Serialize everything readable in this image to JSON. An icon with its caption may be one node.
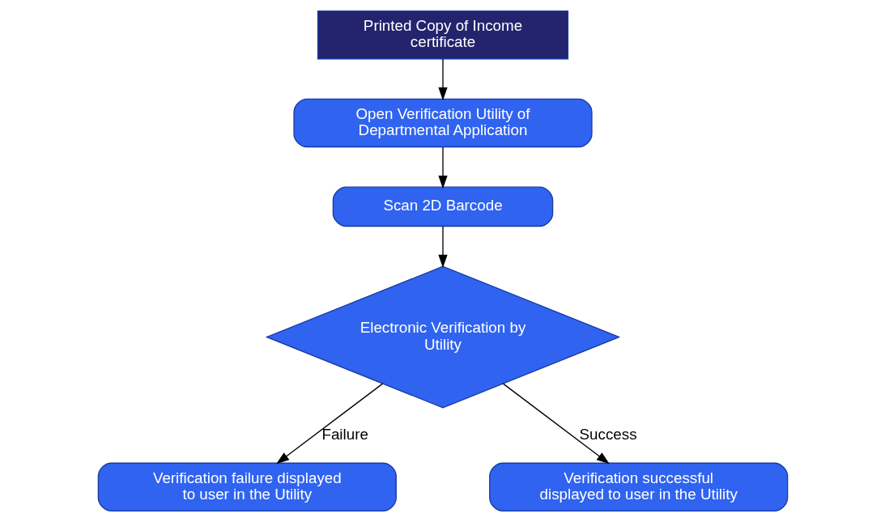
{
  "diagram": {
    "nodes": [
      {
        "text": [
          "Printed Copy of Income certificate"
        ]
      },
      {
        "text": [
          "Open Verification Utility of Departmental Application"
        ]
      },
      {
        "text": [
          "Scan 2D Barcode"
        ]
      },
      {
        "text": [
          "Electronic Verification by Utility"
        ]
      },
      {
        "text": [
          "Verification failure displayed to user in the Utility"
        ]
      },
      {
        "text": [
          "Verification successful displayed to user in the Utility"
        ]
      }
    ],
    "edges": [
      {
        "from": 0,
        "to": 1,
        "arrow": "to"
      },
      {
        "from": 1,
        "to": 2,
        "arrow": "to"
      },
      {
        "from": 2,
        "to": 3,
        "arrow": "to"
      },
      {
        "from": 3,
        "to": 4,
        "arrow": "to",
        "label": "Failure"
      },
      {
        "from": 3,
        "to": 5,
        "arrow": "to",
        "label": "Success"
      }
    ]
  }
}
